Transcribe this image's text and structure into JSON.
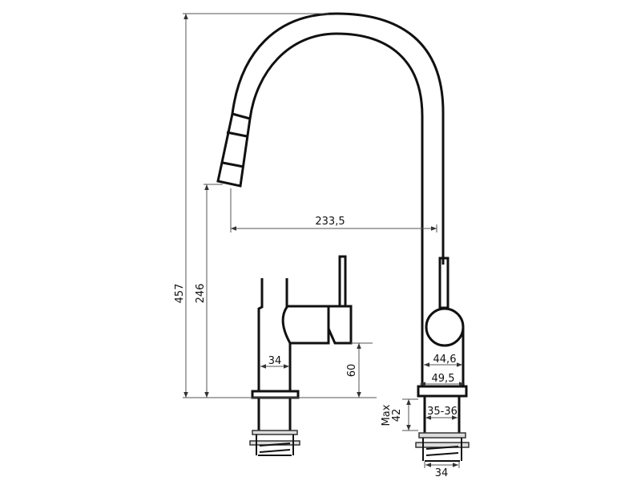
{
  "drawing": {
    "dimensions": {
      "total_height": "457",
      "spout_outlet_height": "246",
      "spout_reach": "233,5",
      "side_body_diameter": "34",
      "side_handle_height": "60",
      "body_diameter": "44,6",
      "base_diameter": "49,5",
      "hole_diameter": "35-36",
      "max_thickness_label": "Max",
      "max_thickness_value": "42",
      "thread_diameter": "34"
    },
    "colors": {
      "line": "#111111",
      "dimension": "#555555"
    }
  }
}
